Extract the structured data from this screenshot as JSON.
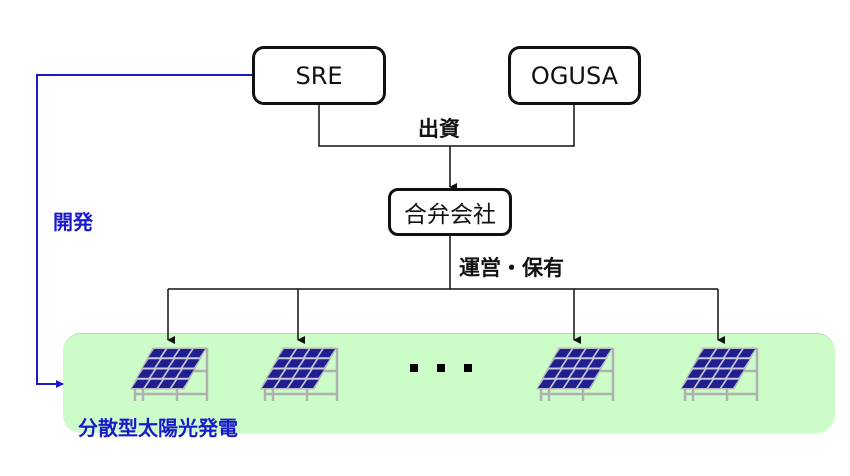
{
  "diagram": {
    "nodes": {
      "sre": "SRE",
      "ogusa": "OGUSA",
      "joint_venture": "合弁会社"
    },
    "edge_labels": {
      "investment": "出資",
      "operation_ownership": "運営・保有",
      "development": "開発"
    },
    "group": {
      "label": "分散型太陽光発電",
      "solar_panel_count_shown": 4,
      "ellipsis": "…"
    },
    "colors": {
      "line": "#111111",
      "development_line": "#1a1acc",
      "group_background": "#ccfcc8",
      "panel_cell": "#1f1f8f",
      "panel_frame": "#b0b0b0"
    }
  }
}
